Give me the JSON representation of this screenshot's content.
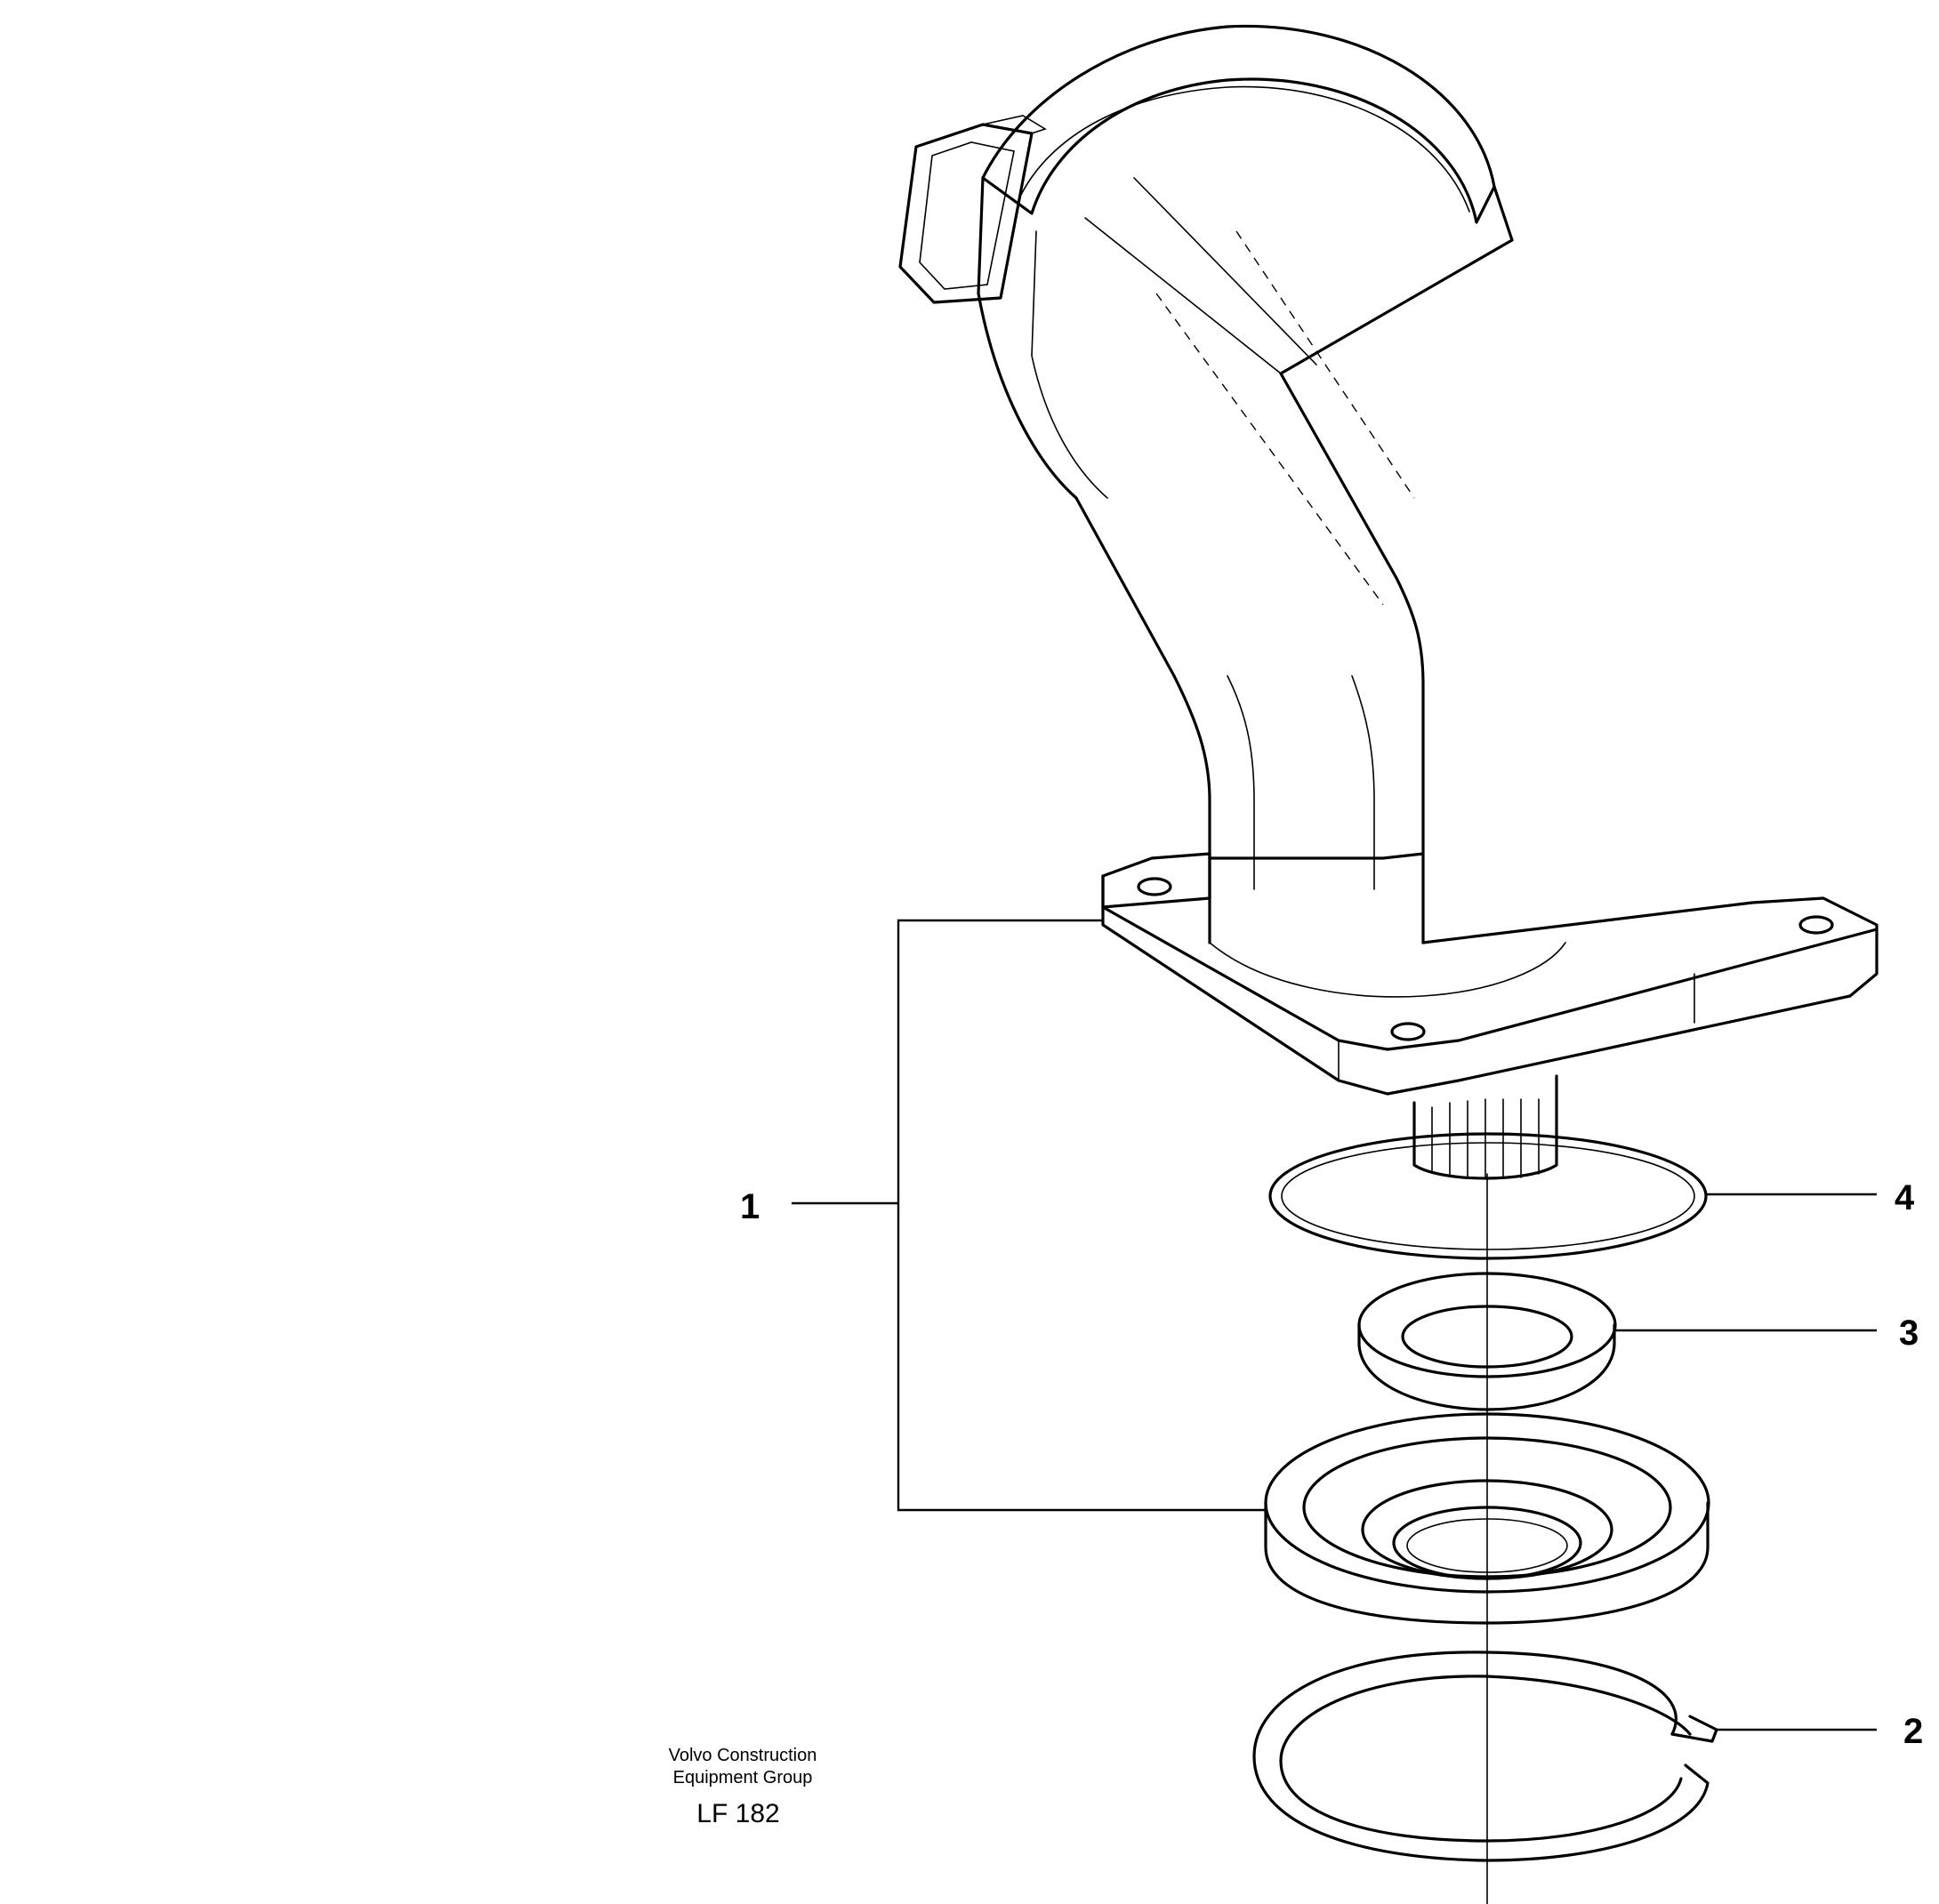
{
  "callouts": {
    "item_1": "1",
    "item_2": "2",
    "item_3": "3",
    "item_4": "4"
  },
  "caption": {
    "company_line_1": "Volvo Construction",
    "company_line_2": "Equipment Group",
    "code": "LF 182"
  }
}
